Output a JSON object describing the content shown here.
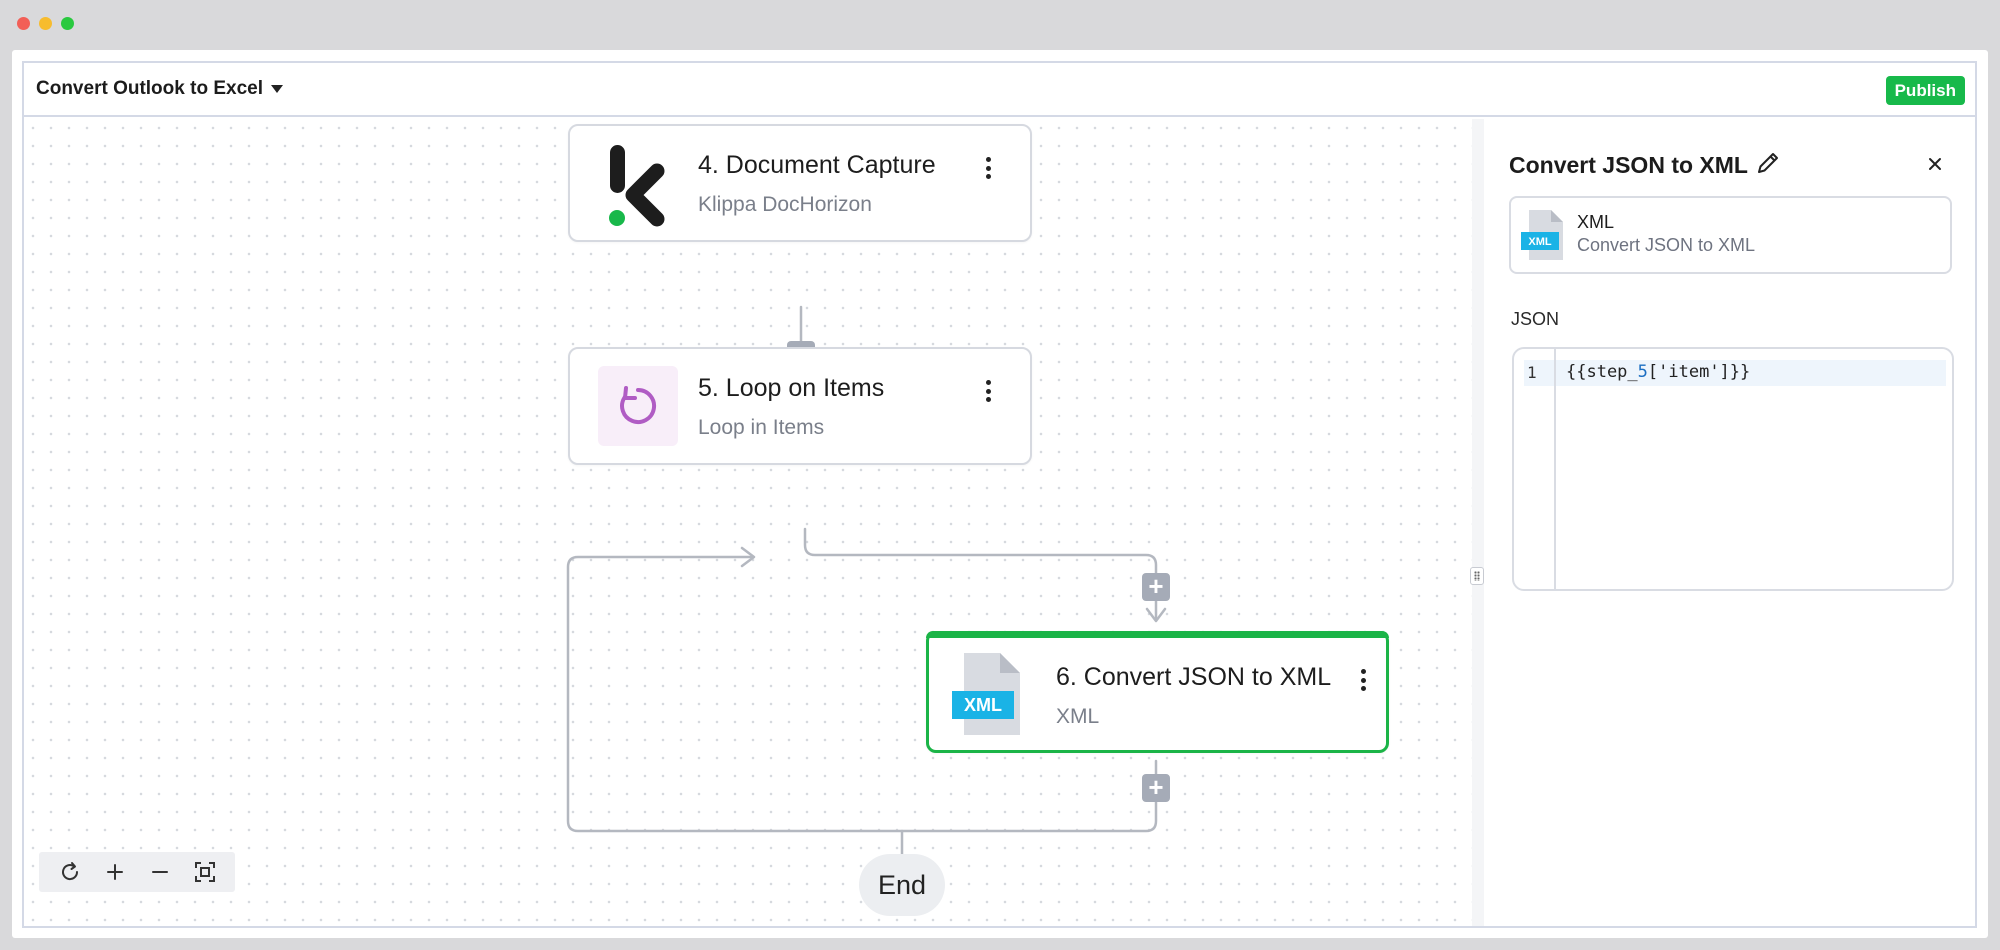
{
  "window": {
    "controls": [
      "close",
      "minimize",
      "maximize"
    ]
  },
  "header": {
    "flow_title": "Convert Outlook to Excel",
    "publish_label": "Publish"
  },
  "canvas": {
    "nodes": [
      {
        "title": "4. Document Capture",
        "subtitle": "Klippa DocHorizon",
        "icon": "klippa-logo-icon"
      },
      {
        "title": "5. Loop on Items",
        "subtitle": "Loop in Items",
        "icon": "loop-icon"
      },
      {
        "title": "6. Convert JSON to XML",
        "subtitle": "XML",
        "icon": "xml-file-icon",
        "icon_label": "XML",
        "selected": true
      }
    ],
    "end_label": "End",
    "zoom_controls": [
      "reset-icon",
      "zoom-in-icon",
      "zoom-out-icon",
      "fit-view-icon"
    ]
  },
  "panel": {
    "title": "Convert JSON to XML",
    "piece": {
      "name": "XML",
      "description": "Convert JSON to XML",
      "icon_label": "XML"
    },
    "field_label": "JSON",
    "editor": {
      "line_number": "1",
      "prefix": "{{step_",
      "number": "5",
      "suffix": "['item']}}"
    }
  },
  "colors": {
    "accent_green": "#1bb447",
    "publish_green": "#17b94a",
    "add_button_gray": "#a5abb7",
    "loop_purple": "#b05cc4",
    "xml_blue": "#1ab3e6"
  }
}
